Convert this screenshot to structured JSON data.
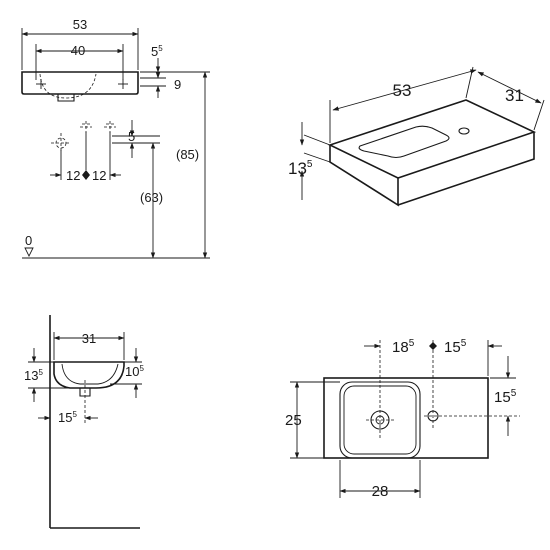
{
  "top_left_view": {
    "width": "53",
    "hole_spacing": "40",
    "rim_offset": {
      "main": "5",
      "sup": "5"
    },
    "rim_height": "9",
    "total_height": "(85)",
    "tap_spacing_left": "12",
    "tap_spacing_right": "12",
    "tap_offset": "5",
    "waste_height": "(63)",
    "floor_label": "0"
  },
  "top_right_view": {
    "width": "53",
    "depth": "31",
    "height": {
      "main": "13",
      "sup": "5"
    }
  },
  "bottom_left_view": {
    "depth": "31",
    "height_left": {
      "main": "13",
      "sup": "5"
    },
    "height_right": {
      "main": "10",
      "sup": "5"
    },
    "waste_offset": {
      "main": "15",
      "sup": "5"
    }
  },
  "bottom_right_view": {
    "waste_x": {
      "main": "18",
      "sup": "5"
    },
    "tap_x": {
      "main": "15",
      "sup": "5"
    },
    "bowl_depth": "25",
    "tap_y": {
      "main": "15",
      "sup": "5"
    },
    "bowl_width": "28"
  }
}
